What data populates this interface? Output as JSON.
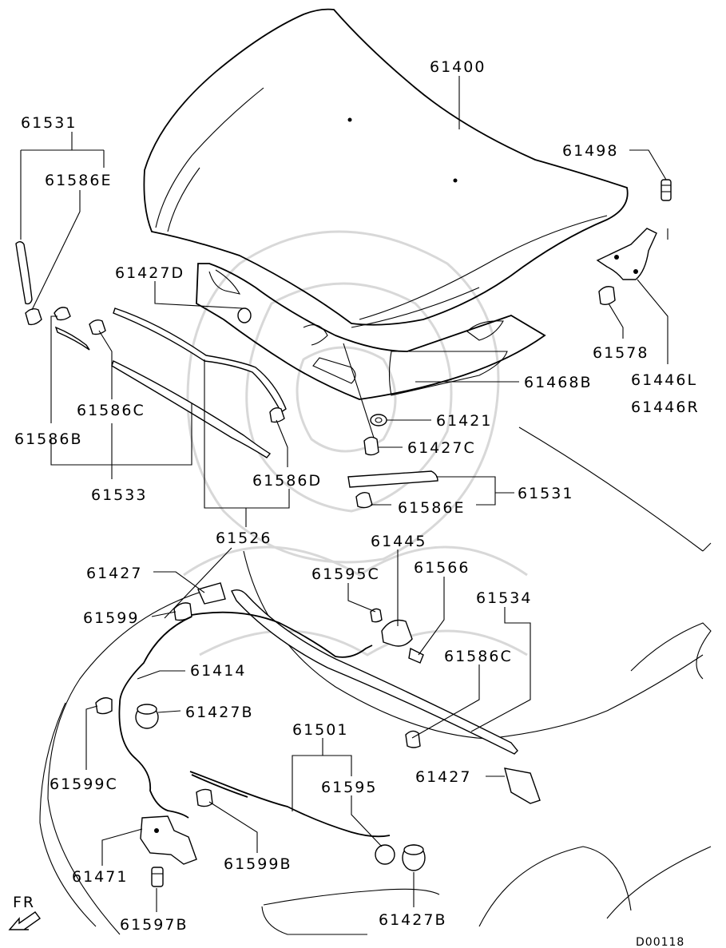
{
  "diagram_code": "D00118",
  "direction_label": "FR",
  "labels": {
    "hood": "61400",
    "weatherstrip_left": "61531",
    "clip_left_e": "61586E",
    "insulator_bolt": "61498",
    "bumper_d": "61427D",
    "hinge_bumper": "61578",
    "hinge_l": "61446L",
    "hinge_r": "61446R",
    "insulator_pad": "61468B",
    "grommet": "61421",
    "bumper_c": "61427C",
    "clip_c_left": "61586C",
    "clip_b": "61586B",
    "seal_assy": "61533",
    "clip_d": "61586D",
    "weatherstrip_right": "61531",
    "clip_right_e": "61586E",
    "seal_front": "61526",
    "release_handle": "61445",
    "bumper_main": "61427",
    "clip_595c": "61595C",
    "screw_566": "61566",
    "seal_534": "61534",
    "clip_599": "61599",
    "clip_c_right": "61586C",
    "release_cable": "61414",
    "bumper_b_upper": "61427B",
    "clip_599c": "61599C",
    "latch_cable": "61501",
    "bumper_front": "61427",
    "clip_595": "61595",
    "clip_599b": "61599B",
    "latch": "61471",
    "bumper_b_lower": "61427B",
    "bolt_597b": "61597B"
  }
}
